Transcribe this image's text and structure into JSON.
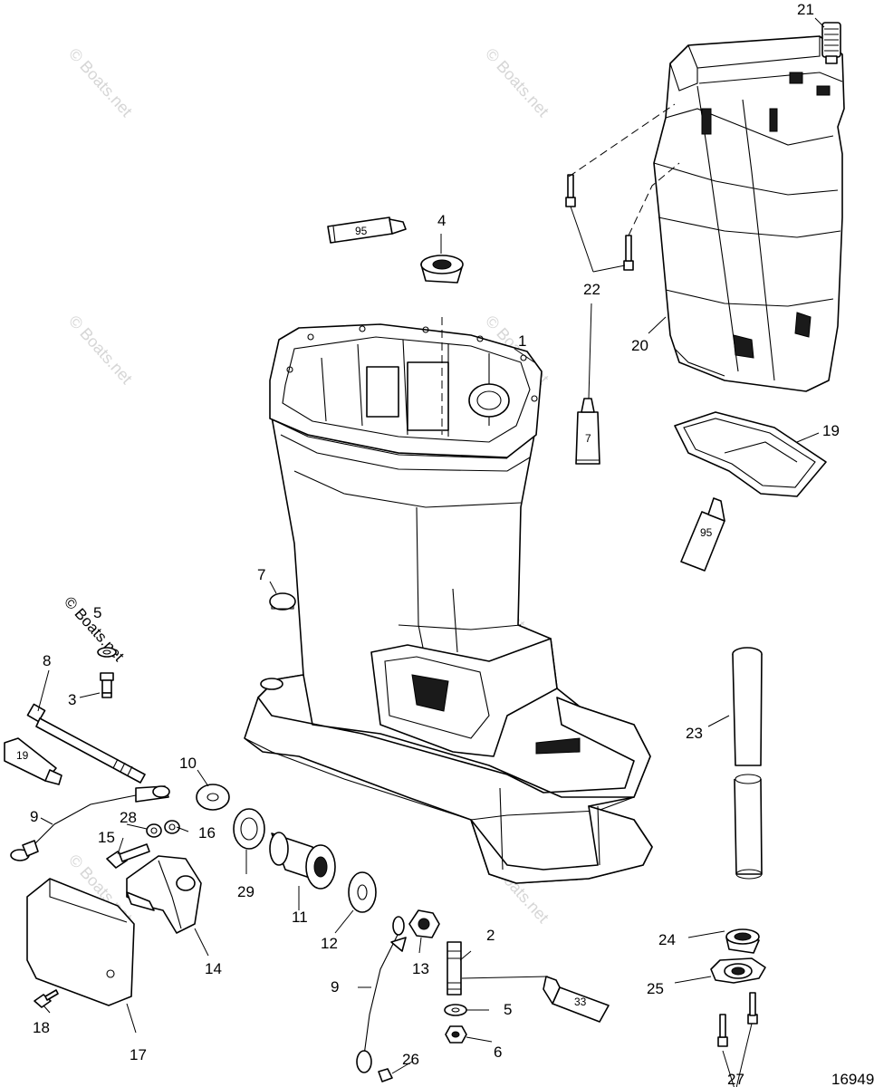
{
  "diagram_ref": "16949",
  "watermark": "© Boats.net",
  "callouts": [
    "1",
    "2",
    "3",
    "4",
    "5",
    "6",
    "7",
    "8",
    "9",
    "10",
    "11",
    "12",
    "13",
    "14",
    "15",
    "16",
    "17",
    "18",
    "19",
    "20",
    "21",
    "22",
    "23",
    "24",
    "25",
    "26",
    "27",
    "28",
    "29",
    "9",
    "5"
  ],
  "tubes": {
    "t95a": "95",
    "t7": "7",
    "t95b": "95",
    "t19": "19",
    "t33": "33"
  }
}
